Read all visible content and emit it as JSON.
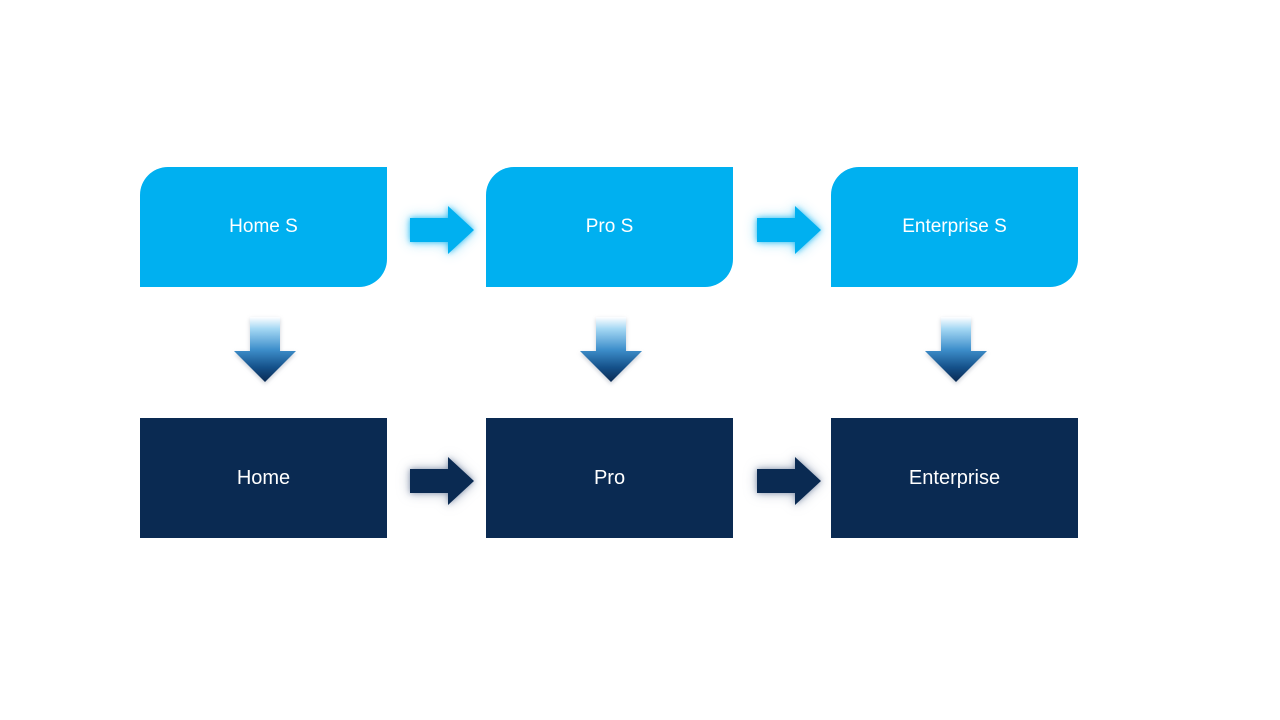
{
  "diagram": {
    "description": "Edition upgrade flow diagram with two tiers",
    "colors": {
      "background": "#FFFFFF",
      "top_box_fill": "#00B0F0",
      "bottom_box_fill": "#0A2A52",
      "top_arrow_fill": "#00B0F0",
      "bottom_arrow_fill": "#0A2A52",
      "down_arrow_gradient_top": "#FFFFFF",
      "down_arrow_gradient_mid": "#3E8FCB",
      "down_arrow_gradient_bottom": "#0A2A52",
      "label_text": "#FFFFFF"
    },
    "columns": [
      {
        "top_label": "Home S",
        "bottom_label": "Home"
      },
      {
        "top_label": "Pro S",
        "bottom_label": "Pro"
      },
      {
        "top_label": "Enterprise S",
        "bottom_label": "Enterprise"
      }
    ]
  }
}
